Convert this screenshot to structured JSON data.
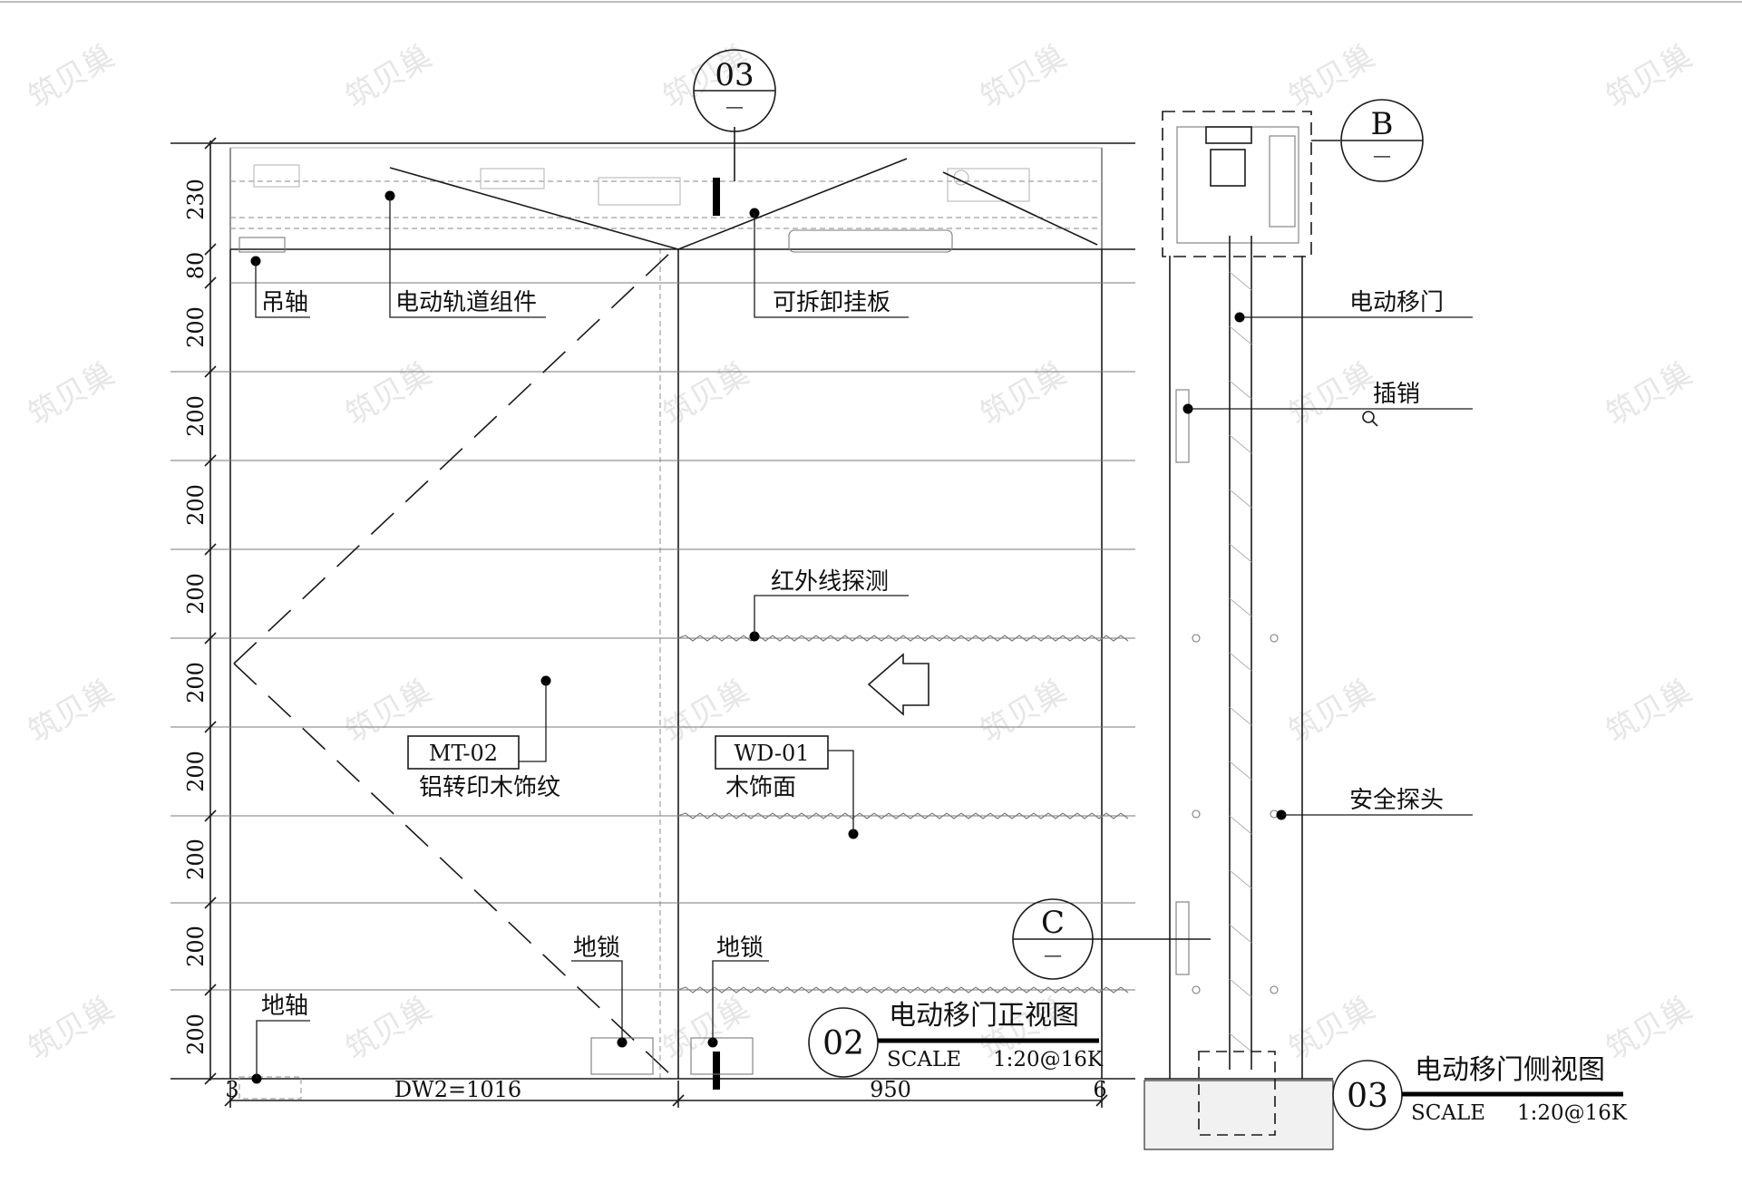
{
  "front_view": {
    "title": "电动移门正视图",
    "scale_label": "SCALE",
    "scale_value": "1:20@16K",
    "number": "02",
    "dims_vertical": [
      "230",
      "80",
      "200",
      "200",
      "200",
      "200",
      "200",
      "200",
      "200",
      "200",
      "200"
    ],
    "dims_bottom": [
      "3",
      "DW2=1016",
      "950",
      "6"
    ],
    "labels": {
      "hanging_axis": "吊轴",
      "track": "电动轨道组件",
      "removable_panel": "可拆卸挂板",
      "infrared": "红外线探测",
      "mt_code": "MT-02",
      "mt_desc": "铝转印木饰纹",
      "wd_code": "WD-01",
      "wd_desc": "木饰面",
      "floor_lock_1": "地锁",
      "floor_lock_2": "地锁",
      "floor_axis": "地轴"
    },
    "section_callout": {
      "number": "03",
      "sub": "—"
    }
  },
  "side_view": {
    "title": "电动移门侧视图",
    "scale_label": "SCALE",
    "scale_value": "1:20@16K",
    "number": "03",
    "labels": {
      "door": "电动移门",
      "bolt": "插销",
      "safety": "安全探头"
    },
    "callout_b": {
      "letter": "B",
      "sub": "—"
    },
    "callout_c": {
      "letter": "C",
      "sub": "—"
    }
  },
  "watermark": "筑贝巢"
}
